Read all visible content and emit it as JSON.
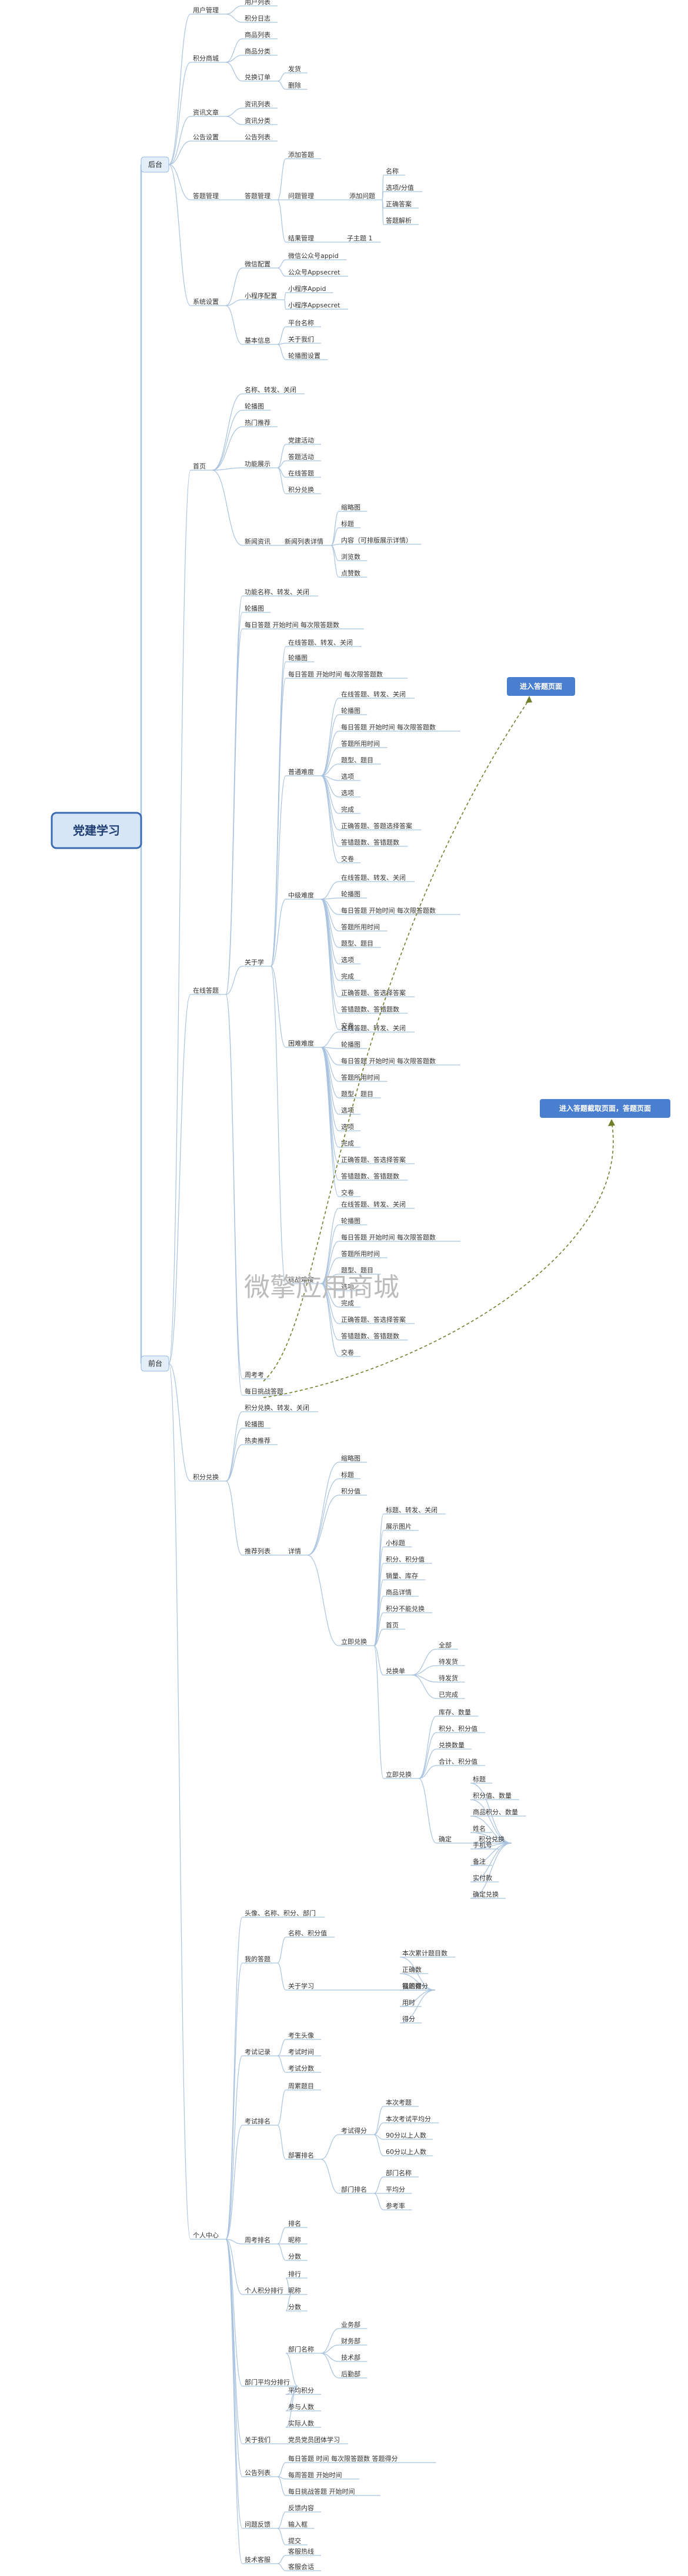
{
  "root": "党建学习",
  "watermark": "微擎应用商城",
  "callouts": [
    "进入答题页面",
    "进入答题截取页面，答题页面"
  ],
  "colors": {
    "line": "#a9c3e0",
    "root_fill": "#d7e6f7",
    "root_border": "#3b6bb3",
    "callout": "#4a7fd0",
    "dash": "#6f7f2a"
  },
  "nodes": [
    {
      "id": "bg",
      "p": "root",
      "t": "后台"
    },
    {
      "id": "fe",
      "p": "root",
      "t": "前台"
    },
    {
      "id": "u",
      "p": "bg",
      "t": "用户管理"
    },
    {
      "id": "u1",
      "p": "u",
      "t": "用户列表"
    },
    {
      "id": "u2",
      "p": "u",
      "t": "积分日志"
    },
    {
      "id": "s",
      "p": "bg",
      "t": "积分商城"
    },
    {
      "id": "s1",
      "p": "s",
      "t": "商品列表"
    },
    {
      "id": "s2",
      "p": "s",
      "t": "商品分类"
    },
    {
      "id": "s3",
      "p": "s",
      "t": "兑换订单"
    },
    {
      "id": "s31",
      "p": "s3",
      "t": "发货"
    },
    {
      "id": "s32",
      "p": "s3",
      "t": "删除"
    },
    {
      "id": "z",
      "p": "bg",
      "t": "资讯文章"
    },
    {
      "id": "z1",
      "p": "z",
      "t": "资讯列表"
    },
    {
      "id": "z2",
      "p": "z",
      "t": "资讯分类"
    },
    {
      "id": "g",
      "p": "bg",
      "t": "公告设置"
    },
    {
      "id": "g1",
      "p": "g",
      "t": "公告列表"
    },
    {
      "id": "q",
      "p": "bg",
      "t": "答题管理"
    },
    {
      "id": "q1",
      "p": "q",
      "t": "答题管理"
    },
    {
      "id": "q11",
      "p": "q1",
      "t": "添加答题"
    },
    {
      "id": "q12",
      "p": "q1",
      "t": "问题管理"
    },
    {
      "id": "q121",
      "p": "q12",
      "t": "添加问题"
    },
    {
      "id": "q1211",
      "p": "q121",
      "t": "名称"
    },
    {
      "id": "q1212",
      "p": "q121",
      "t": "选项/分值"
    },
    {
      "id": "q1213",
      "p": "q121",
      "t": "正确答案"
    },
    {
      "id": "q1214",
      "p": "q121",
      "t": "答题解析"
    },
    {
      "id": "q13",
      "p": "q1",
      "t": "结果管理"
    },
    {
      "id": "q131",
      "p": "q13",
      "t": "子主题 1"
    },
    {
      "id": "x",
      "p": "bg",
      "t": "系统设置"
    },
    {
      "id": "x1",
      "p": "x",
      "t": "微信配置"
    },
    {
      "id": "x11",
      "p": "x1",
      "t": "微信公众号appid"
    },
    {
      "id": "x12",
      "p": "x1",
      "t": "公众号Appsecret"
    },
    {
      "id": "x2",
      "p": "x",
      "t": "小程序配置"
    },
    {
      "id": "x21",
      "p": "x2",
      "t": "小程序Appid"
    },
    {
      "id": "x22",
      "p": "x2",
      "t": "小程序Appsecret"
    },
    {
      "id": "x3",
      "p": "x",
      "t": "基本信息"
    },
    {
      "id": "x31",
      "p": "x3",
      "t": "平台名称"
    },
    {
      "id": "x32",
      "p": "x3",
      "t": "关于我们"
    },
    {
      "id": "x33",
      "p": "x3",
      "t": "轮播图设置"
    },
    {
      "id": "h",
      "p": "fe",
      "t": "首页"
    },
    {
      "id": "h1",
      "p": "h",
      "t": "名称、转发、关闭"
    },
    {
      "id": "h2",
      "p": "h",
      "t": "轮播图"
    },
    {
      "id": "h3",
      "p": "h",
      "t": "热门推荐"
    },
    {
      "id": "h4",
      "p": "h",
      "t": "功能展示"
    },
    {
      "id": "h41",
      "p": "h4",
      "t": "党建活动"
    },
    {
      "id": "h42",
      "p": "h4",
      "t": "答题活动"
    },
    {
      "id": "h43",
      "p": "h4",
      "t": "在线答题"
    },
    {
      "id": "h44",
      "p": "h4",
      "t": "积分兑换"
    },
    {
      "id": "h5",
      "p": "h",
      "t": "新闻资讯"
    },
    {
      "id": "h51",
      "p": "h5",
      "t": "新闻列表详情"
    },
    {
      "id": "h511",
      "p": "h51",
      "t": "缩略图"
    },
    {
      "id": "h512",
      "p": "h51",
      "t": "标题"
    },
    {
      "id": "h513",
      "p": "h51",
      "t": "内容（可排版展示详情）"
    },
    {
      "id": "h514",
      "p": "h51",
      "t": "浏览数"
    },
    {
      "id": "h515",
      "p": "h51",
      "t": "点赞数"
    },
    {
      "id": "a",
      "p": "fe",
      "t": "在线答题"
    },
    {
      "id": "a1",
      "p": "a",
      "t": "功能名称、转发、关闭"
    },
    {
      "id": "a2",
      "p": "a",
      "t": "轮播图"
    },
    {
      "id": "a3",
      "p": "a",
      "t": "每日答题   开始时间  每次限答题数"
    },
    {
      "id": "a4",
      "p": "a",
      "t": "关于学"
    },
    {
      "id": "a41",
      "p": "a4",
      "t": "在线答题、转发、关闭"
    },
    {
      "id": "a42",
      "p": "a4",
      "t": "轮播图"
    },
    {
      "id": "a43",
      "p": "a4",
      "t": "每日答题   开始时间  每次限答题数"
    },
    {
      "id": "a44",
      "p": "a4",
      "t": "普通难度"
    },
    {
      "id": "a441",
      "p": "a44",
      "t": "在线答题、转发、关闭"
    },
    {
      "id": "a442",
      "p": "a44",
      "t": "轮播图"
    },
    {
      "id": "a443",
      "p": "a44",
      "t": "每日答题   开始时间  每次限答题数"
    },
    {
      "id": "a444",
      "p": "a44",
      "t": "答题所用时间"
    },
    {
      "id": "a445",
      "p": "a44",
      "t": "题型、题目"
    },
    {
      "id": "a446",
      "p": "a44",
      "t": "选项"
    },
    {
      "id": "a447",
      "p": "a44",
      "t": "选项"
    },
    {
      "id": "a448",
      "p": "a44",
      "t": "完成"
    },
    {
      "id": "a449",
      "p": "a44",
      "t": "正确答题、答题选择答案"
    },
    {
      "id": "a44a",
      "p": "a44",
      "t": "答错题数、答错题数"
    },
    {
      "id": "a44b",
      "p": "a44",
      "t": "交卷"
    },
    {
      "id": "a45",
      "p": "a4",
      "t": "中级难度"
    },
    {
      "id": "a451",
      "p": "a45",
      "t": "在线答题、转发、关闭"
    },
    {
      "id": "a452",
      "p": "a45",
      "t": "轮播图"
    },
    {
      "id": "a453",
      "p": "a45",
      "t": "每日答题   开始时间  每次限答题数"
    },
    {
      "id": "a454",
      "p": "a45",
      "t": "答题所用时间"
    },
    {
      "id": "a455",
      "p": "a45",
      "t": "题型、题目"
    },
    {
      "id": "a456",
      "p": "a45",
      "t": "选项"
    },
    {
      "id": "a457",
      "p": "a45",
      "t": "完成"
    },
    {
      "id": "a458",
      "p": "a45",
      "t": "正确答题、答选择答案"
    },
    {
      "id": "a459",
      "p": "a45",
      "t": "答错题数、答错题数"
    },
    {
      "id": "a45a",
      "p": "a45",
      "t": "交卷"
    },
    {
      "id": "a46",
      "p": "a4",
      "t": "困难难度"
    },
    {
      "id": "a461",
      "p": "a46",
      "t": "在线答题、转发、关闭"
    },
    {
      "id": "a462",
      "p": "a46",
      "t": "轮播图"
    },
    {
      "id": "a463",
      "p": "a46",
      "t": "每日答题   开始时间  每次限答题数"
    },
    {
      "id": "a464",
      "p": "a46",
      "t": "答题所用时间"
    },
    {
      "id": "a465",
      "p": "a46",
      "t": "题型、题目"
    },
    {
      "id": "a466",
      "p": "a46",
      "t": "选项"
    },
    {
      "id": "a467",
      "p": "a46",
      "t": "选项"
    },
    {
      "id": "a468",
      "p": "a46",
      "t": "完成"
    },
    {
      "id": "a469",
      "p": "a46",
      "t": "正确答题、答选择答案"
    },
    {
      "id": "a46a",
      "p": "a46",
      "t": "答错题数、答错题数"
    },
    {
      "id": "a46b",
      "p": "a46",
      "t": "交卷"
    },
    {
      "id": "a47",
      "p": "a4",
      "t": "挑战难度"
    },
    {
      "id": "a471",
      "p": "a47",
      "t": "在线答题、转发、关闭"
    },
    {
      "id": "a472",
      "p": "a47",
      "t": "轮播图"
    },
    {
      "id": "a473",
      "p": "a47",
      "t": "每日答题   开始时间  每次限答题数"
    },
    {
      "id": "a474",
      "p": "a47",
      "t": "答题所用时间"
    },
    {
      "id": "a475",
      "p": "a47",
      "t": "题型、题目"
    },
    {
      "id": "a476",
      "p": "a47",
      "t": "选项"
    },
    {
      "id": "a477",
      "p": "a47",
      "t": "完成"
    },
    {
      "id": "a478",
      "p": "a47",
      "t": "正确答题、答选择答案"
    },
    {
      "id": "a479",
      "p": "a47",
      "t": "答错题数、答错题数"
    },
    {
      "id": "a47a",
      "p": "a47",
      "t": "交卷"
    },
    {
      "id": "a5",
      "p": "a",
      "t": "周考考"
    },
    {
      "id": "a6",
      "p": "a",
      "t": "每日挑战答题"
    },
    {
      "id": "e",
      "p": "fe",
      "t": "积分兑换"
    },
    {
      "id": "e1",
      "p": "e",
      "t": "积分兑换、转发、关闭"
    },
    {
      "id": "e2",
      "p": "e",
      "t": "轮播图"
    },
    {
      "id": "e3",
      "p": "e",
      "t": "热卖推荐"
    },
    {
      "id": "e4",
      "p": "e",
      "t": "推荐列表"
    },
    {
      "id": "e41",
      "p": "e4",
      "t": "详情"
    },
    {
      "id": "e411",
      "p": "e41",
      "t": "缩略图"
    },
    {
      "id": "e412",
      "p": "e41",
      "t": "标题"
    },
    {
      "id": "e413",
      "p": "e41",
      "t": "积分值"
    },
    {
      "id": "e414",
      "p": "e41",
      "t": "立即兑换"
    },
    {
      "id": "e4141",
      "p": "e414",
      "t": "标题、转发、关闭"
    },
    {
      "id": "e4142",
      "p": "e414",
      "t": "展示图片"
    },
    {
      "id": "e4143",
      "p": "e414",
      "t": "小标题"
    },
    {
      "id": "e4144",
      "p": "e414",
      "t": "积分、积分值"
    },
    {
      "id": "e4145",
      "p": "e414",
      "t": "销量、库存"
    },
    {
      "id": "e4146",
      "p": "e414",
      "t": "商品详情"
    },
    {
      "id": "e4147",
      "p": "e414",
      "t": "积分不能兑换"
    },
    {
      "id": "e4148",
      "p": "e414",
      "t": "首页"
    },
    {
      "id": "e4149",
      "p": "e414",
      "t": "兑换单"
    },
    {
      "id": "e41491",
      "p": "e4149",
      "t": "全部"
    },
    {
      "id": "e41492",
      "p": "e4149",
      "t": "待发货"
    },
    {
      "id": "e41493",
      "p": "e4149",
      "t": "待发货"
    },
    {
      "id": "e41494",
      "p": "e4149",
      "t": "已完成"
    },
    {
      "id": "e414a",
      "p": "e414",
      "t": "立即兑换"
    },
    {
      "id": "e414a1",
      "p": "e414a",
      "t": "库存、数量"
    },
    {
      "id": "e414a2",
      "p": "e414a",
      "t": "积分、积分值"
    },
    {
      "id": "e414a3",
      "p": "e414a",
      "t": "兑换数量"
    },
    {
      "id": "e414a4",
      "p": "e414a",
      "t": "合计、积分值"
    },
    {
      "id": "e414a5",
      "p": "e414a",
      "t": "确定"
    },
    {
      "id": "e414a51",
      "p": "e414a5",
      "t": "积分兑换"
    },
    {
      "id": "e414a511",
      "p": "e414a51",
      "t": "标题"
    },
    {
      "id": "e414a512",
      "p": "e414a51",
      "t": "积分值、数量"
    },
    {
      "id": "e414a513",
      "p": "e414a51",
      "t": "商品积分、数量"
    },
    {
      "id": "e414a514",
      "p": "e414a51",
      "t": "姓名"
    },
    {
      "id": "e414a515",
      "p": "e414a51",
      "t": "手机号"
    },
    {
      "id": "e414a516",
      "p": "e414a51",
      "t": "备注"
    },
    {
      "id": "e414a517",
      "p": "e414a51",
      "t": "实付款"
    },
    {
      "id": "e414a518",
      "p": "e414a51",
      "t": "确定兑换"
    },
    {
      "id": "c",
      "p": "fe",
      "t": "个人中心"
    },
    {
      "id": "c1",
      "p": "c",
      "t": "头像、名称、积分、部门"
    },
    {
      "id": "c2",
      "p": "c",
      "t": "我的答题"
    },
    {
      "id": "c21",
      "p": "c2",
      "t": "名称、积分值"
    },
    {
      "id": "c22",
      "p": "c2",
      "t": "关于学习"
    },
    {
      "id": "c221",
      "p": "c22",
      "t": "我的得分"
    },
    {
      "id": "c2211",
      "p": "c221",
      "t": "本次累计题目数"
    },
    {
      "id": "c2212",
      "p": "c221",
      "t": "正确数"
    },
    {
      "id": "c2213",
      "p": "c221",
      "t": "错题数"
    },
    {
      "id": "c2214",
      "p": "c221",
      "t": "用时"
    },
    {
      "id": "c2215",
      "p": "c221",
      "t": "得分"
    },
    {
      "id": "c3",
      "p": "c",
      "t": "考试记录"
    },
    {
      "id": "c31",
      "p": "c3",
      "t": "考生头像"
    },
    {
      "id": "c32",
      "p": "c3",
      "t": "考试时间"
    },
    {
      "id": "c33",
      "p": "c3",
      "t": "考试分数"
    },
    {
      "id": "c4",
      "p": "c",
      "t": "考试排名"
    },
    {
      "id": "c41",
      "p": "c4",
      "t": "周累题目"
    },
    {
      "id": "c42",
      "p": "c4",
      "t": "部署排名"
    },
    {
      "id": "c421",
      "p": "c42",
      "t": "考试得分"
    },
    {
      "id": "c4211",
      "p": "c421",
      "t": "本次考题"
    },
    {
      "id": "c4212",
      "p": "c421",
      "t": "本次考试平均分"
    },
    {
      "id": "c4213",
      "p": "c421",
      "t": "90分以上人数"
    },
    {
      "id": "c4214",
      "p": "c421",
      "t": "60分以上人数"
    },
    {
      "id": "c422",
      "p": "c42",
      "t": "部门排名"
    },
    {
      "id": "c4221",
      "p": "c422",
      "t": "部门名称"
    },
    {
      "id": "c4222",
      "p": "c422",
      "t": "平均分"
    },
    {
      "id": "c4223",
      "p": "c422",
      "t": "参考率"
    },
    {
      "id": "c5",
      "p": "c",
      "t": "周考排名"
    },
    {
      "id": "c51",
      "p": "c5",
      "t": "排名"
    },
    {
      "id": "c52",
      "p": "c5",
      "t": "昵称"
    },
    {
      "id": "c53",
      "p": "c5",
      "t": "分数"
    },
    {
      "id": "c6",
      "p": "c",
      "t": "个人积分排行"
    },
    {
      "id": "c61",
      "p": "c6",
      "t": "排行"
    },
    {
      "id": "c62",
      "p": "c6",
      "t": "昵称"
    },
    {
      "id": "c63",
      "p": "c6",
      "t": "分数"
    },
    {
      "id": "c7",
      "p": "c",
      "t": "部门平均分排行"
    },
    {
      "id": "c71",
      "p": "c7",
      "t": "部门名称"
    },
    {
      "id": "c711",
      "p": "c71",
      "t": "业务部"
    },
    {
      "id": "c712",
      "p": "c71",
      "t": "财务部"
    },
    {
      "id": "c713",
      "p": "c71",
      "t": "技术部"
    },
    {
      "id": "c714",
      "p": "c71",
      "t": "后勤部"
    },
    {
      "id": "c72",
      "p": "c7",
      "t": "平均积分"
    },
    {
      "id": "c73",
      "p": "c7",
      "t": "参与人数"
    },
    {
      "id": "c74",
      "p": "c7",
      "t": "实际人数"
    },
    {
      "id": "c8",
      "p": "c",
      "t": "关于我们"
    },
    {
      "id": "c81",
      "p": "c8",
      "t": "党员党员团体学习"
    },
    {
      "id": "c9",
      "p": "c",
      "t": "公告列表"
    },
    {
      "id": "c91",
      "p": "c9",
      "t": "每日答题   时间   每次限答题数   答题得分"
    },
    {
      "id": "c92",
      "p": "c9",
      "t": "每周答题   开始时间"
    },
    {
      "id": "c93",
      "p": "c9",
      "t": "每日挑战答题     开始时间"
    },
    {
      "id": "c10",
      "p": "c",
      "t": "问题反馈"
    },
    {
      "id": "c101",
      "p": "c10",
      "t": "反馈内容"
    },
    {
      "id": "c102",
      "p": "c10",
      "t": "输入框"
    },
    {
      "id": "c103",
      "p": "c10",
      "t": "提交"
    },
    {
      "id": "c11",
      "p": "c",
      "t": "技术客服"
    },
    {
      "id": "c111",
      "p": "c11",
      "t": "客服热线"
    },
    {
      "id": "c112",
      "p": "c11",
      "t": "客服会话"
    }
  ]
}
